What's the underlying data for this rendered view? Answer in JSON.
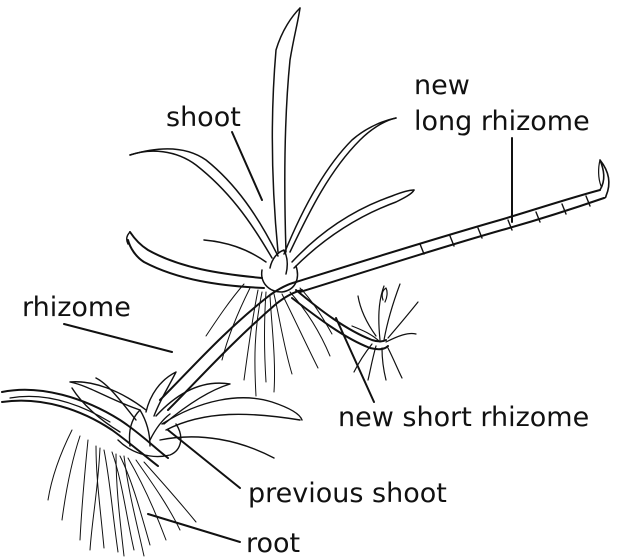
{
  "labels": {
    "shoot": "shoot",
    "new_long_rhizome_line1": "new",
    "new_long_rhizome_line2": "long rhizome",
    "rhizome": "rhizome",
    "new_short_rhizome": "new short rhizome",
    "previous_shoot": "previous shoot",
    "root": "root"
  }
}
